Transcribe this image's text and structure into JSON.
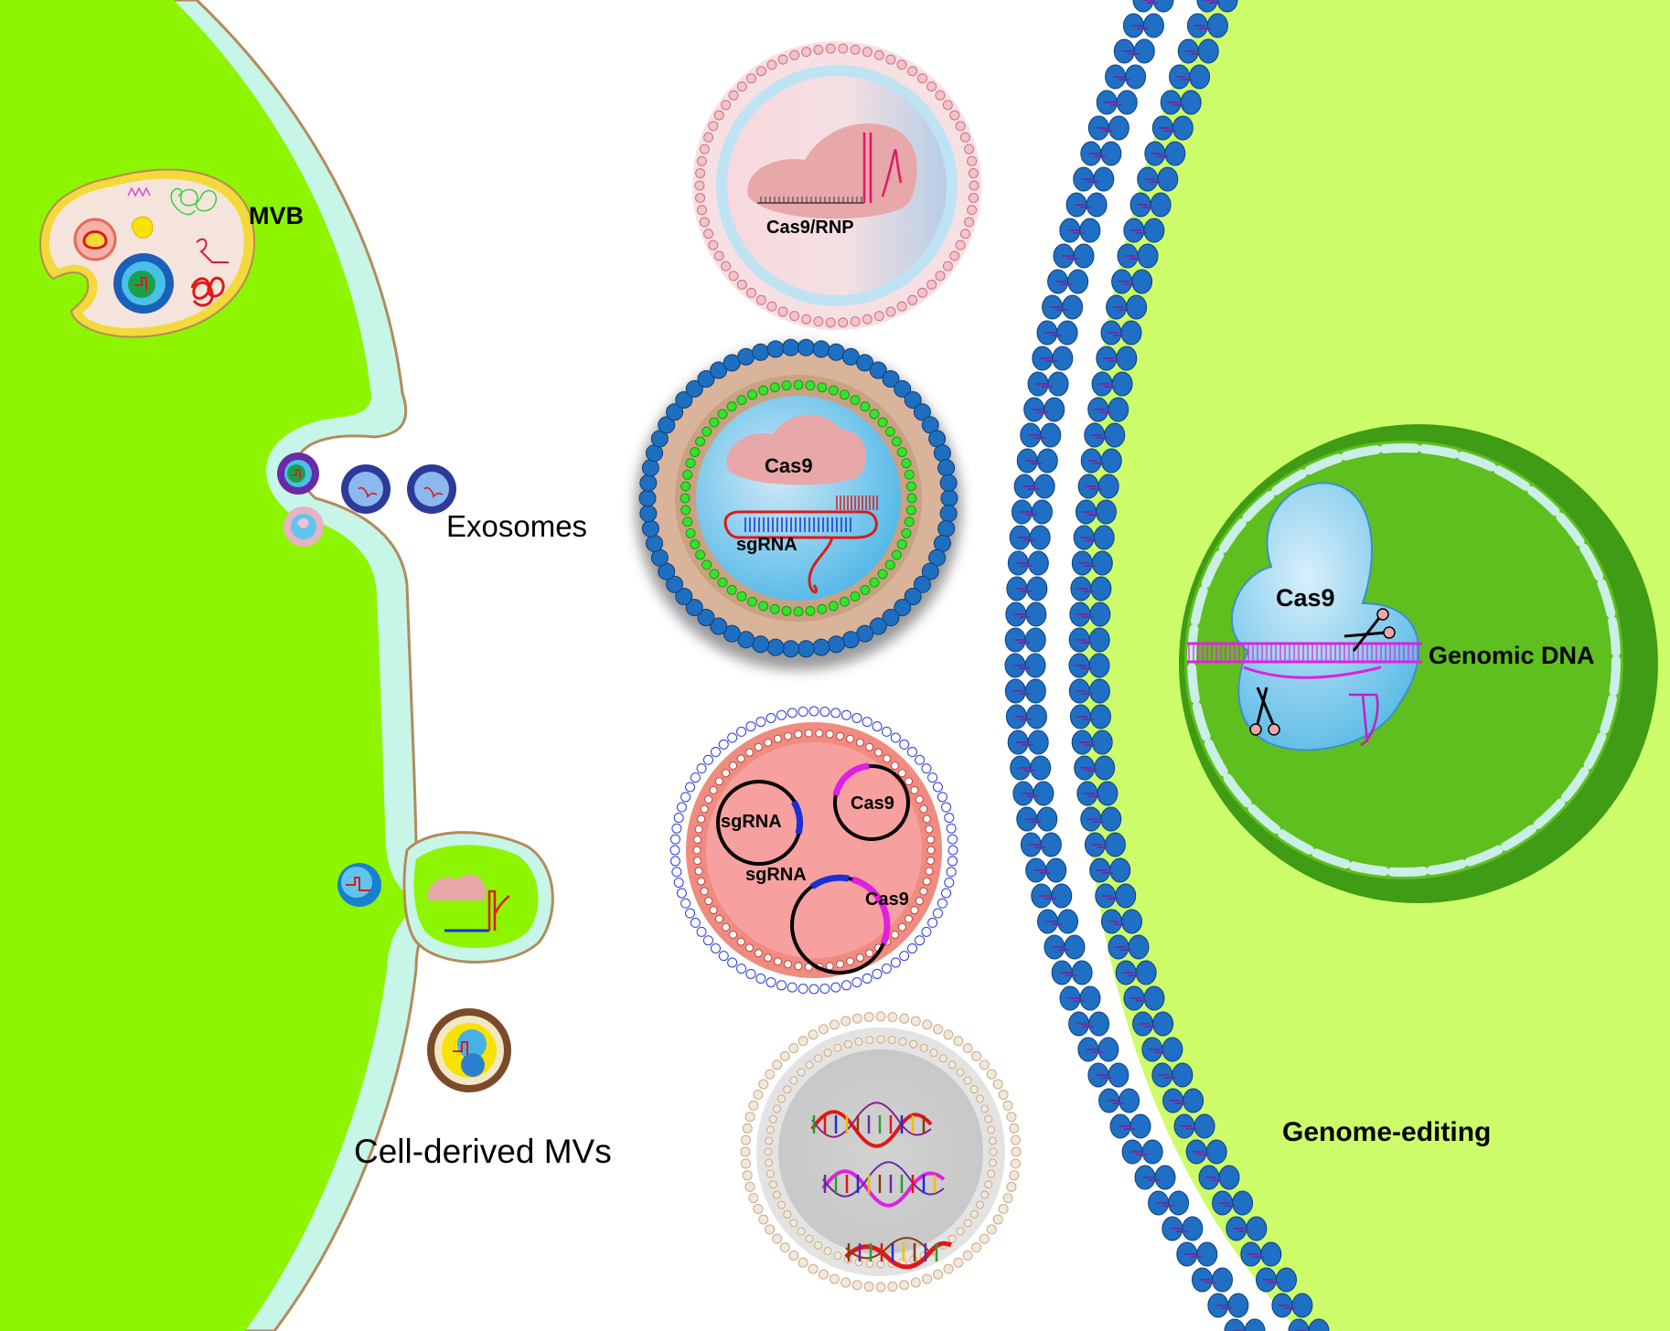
{
  "labels": {
    "mvb": "MVB",
    "exosomes": "Exosomes",
    "cell_derived_mvs": "Cell-derived MVs",
    "cas9_rnp": "Cas9/RNP",
    "cas9_exo": "Cas9",
    "sgrna_exo": "sgRNA",
    "plasmid_sgrna_1": "sgRNA",
    "plasmid_cas9_1": "Cas9",
    "plasmid_sgrna_2": "sgRNA",
    "plasmid_cas9_2": "Cas9",
    "nucleus_cas9": "Cas9",
    "genomic_dna": "Genomic DNA",
    "genome_editing": "Genome-editing"
  },
  "colors": {
    "left_cell": "#8ef500",
    "right_cell": "#cdfc6a",
    "membrane_head": "#1f6fc4",
    "membrane_tail": "#6b2fa0",
    "nucleus_outer": "#3f9c14",
    "nucleus_inner": "#5fbf1e",
    "cas9_protein": "#e8a7a9",
    "dna_pink": "#e020e0",
    "plasmid_fill": "#f7a0a0"
  }
}
